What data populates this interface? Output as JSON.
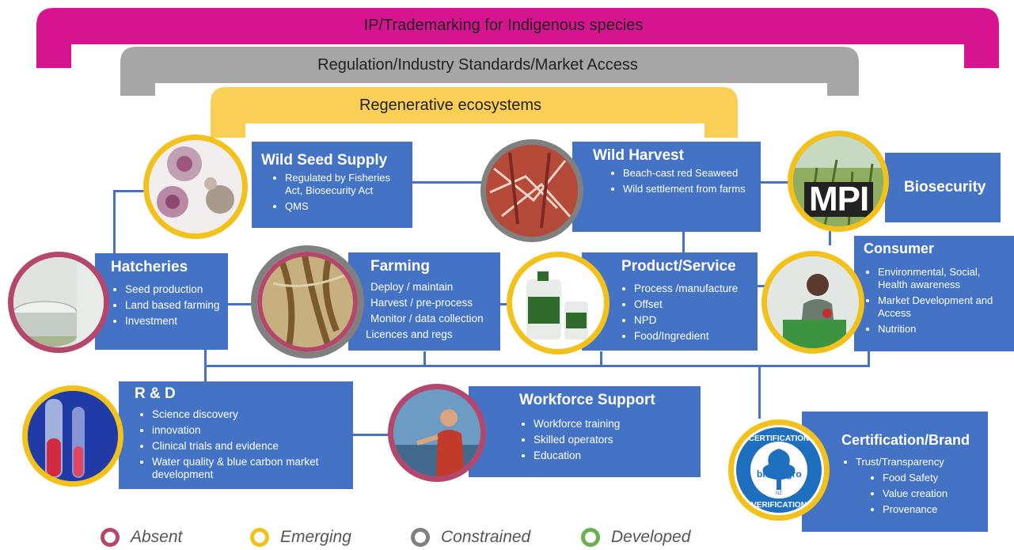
{
  "arches": {
    "ip": "IP/Trademarking for Indigenous species",
    "regulation": "Regulation/Industry Standards/Market Access",
    "regenerative": "Regenerative ecosystems"
  },
  "nodes": {
    "wild_seed": {
      "title": "Wild Seed Supply",
      "items": [
        "Regulated by Fisheries Act, Biosecurity Act",
        "QMS"
      ],
      "status": "emerging"
    },
    "wild_harvest": {
      "title": "Wild Harvest",
      "items": [
        "Beach-cast red Seaweed",
        "Wild settlement from farms"
      ],
      "status": "constrained"
    },
    "biosecurity": {
      "title": "Biosecurity",
      "logo_text": "MPI",
      "status": "emerging"
    },
    "hatcheries": {
      "title": "Hatcheries",
      "items": [
        "Seed production",
        "Land based farming",
        "Investment"
      ],
      "status": "absent"
    },
    "farming": {
      "title": "Farming",
      "items": [
        "Deploy / maintain",
        "Harvest / pre-process",
        "Monitor / data collection",
        "Licences and regs"
      ],
      "status": "constrained"
    },
    "product": {
      "title": "Product/Service",
      "items": [
        "Process /manufacture",
        "Offset",
        "NPD",
        "Food/Ingredient"
      ],
      "status": "emerging"
    },
    "consumer": {
      "title": "Consumer",
      "items": [
        "Environmental, Social, Health awareness",
        "Market Development and Access",
        "Nutrition"
      ],
      "status": "emerging"
    },
    "rnd": {
      "title": "R & D",
      "items": [
        "Science discovery",
        "innovation",
        "Clinical trials and evidence",
        "Water quality & blue carbon market development"
      ],
      "status": "emerging"
    },
    "workforce": {
      "title": "Workforce Support",
      "items": [
        "Workforce training",
        "Skilled operators",
        "Education"
      ],
      "status": "absent"
    },
    "certification": {
      "title": "Certification/Brand",
      "items": [
        "Trust/Transparency",
        "Food Safety",
        "Value creation",
        "Provenance"
      ],
      "logo": {
        "top": "CERTIFICATION",
        "bottom": "VERIFICATION",
        "left": "bio",
        "right": "gro",
        "small": "NZ"
      },
      "status": "emerging"
    }
  },
  "legend": [
    {
      "label": "Absent",
      "color": "#b5476d"
    },
    {
      "label": "Emerging",
      "color": "#f2c11b"
    },
    {
      "label": "Constrained",
      "color": "#808080"
    },
    {
      "label": "Developed",
      "color": "#6ab04c"
    }
  ],
  "colors": {
    "box": "#4472c4",
    "ip_arch": "#d7148f",
    "regulation_arch": "#a6a6a6",
    "regenerative_arch": "#f9cf55"
  }
}
